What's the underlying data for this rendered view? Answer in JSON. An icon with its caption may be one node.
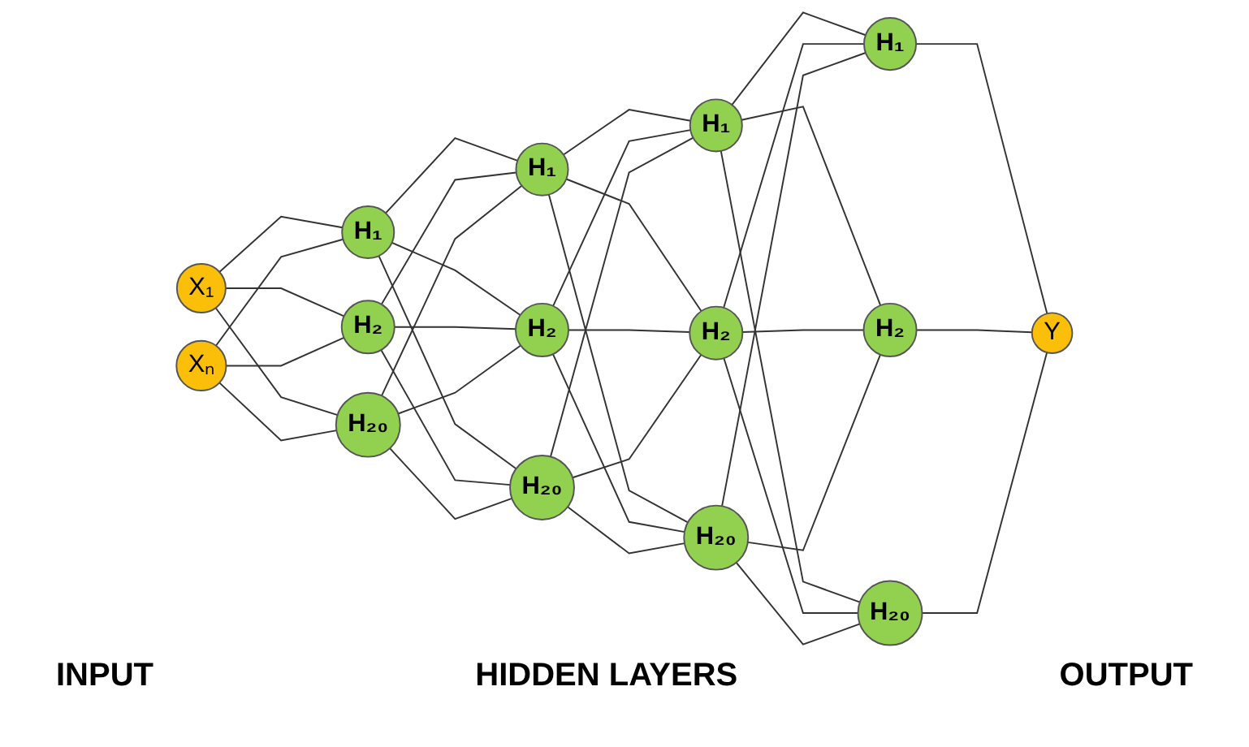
{
  "diagram": {
    "nodes": [
      {
        "text": [
          "X₁"
        ]
      },
      {
        "text": [
          "Xₙ"
        ]
      },
      {
        "text": [
          "H₁"
        ]
      },
      {
        "text": [
          "H₂"
        ]
      },
      {
        "text": [
          "H₂₀"
        ]
      },
      {
        "text": [
          "H₁"
        ]
      },
      {
        "text": [
          "H₂"
        ]
      },
      {
        "text": [
          "H₂₀"
        ]
      },
      {
        "text": [
          "H₁"
        ]
      },
      {
        "text": [
          "H₂"
        ]
      },
      {
        "text": [
          "H₂₀"
        ]
      },
      {
        "text": [
          "H₁"
        ]
      },
      {
        "text": [
          "H₂"
        ]
      },
      {
        "text": [
          "H₂₀"
        ]
      },
      {
        "text": [
          "Y"
        ]
      }
    ],
    "edges": [
      {
        "from": 0,
        "to": 2,
        "arrow": "none"
      },
      {
        "from": 0,
        "to": 3,
        "arrow": "none"
      },
      {
        "from": 0,
        "to": 4,
        "arrow": "none"
      },
      {
        "from": 1,
        "to": 2,
        "arrow": "none"
      },
      {
        "from": 1,
        "to": 3,
        "arrow": "none"
      },
      {
        "from": 1,
        "to": 4,
        "arrow": "none"
      },
      {
        "from": 2,
        "to": 5,
        "arrow": "none"
      },
      {
        "from": 2,
        "to": 6,
        "arrow": "none"
      },
      {
        "from": 2,
        "to": 7,
        "arrow": "none"
      },
      {
        "from": 3,
        "to": 5,
        "arrow": "none"
      },
      {
        "from": 3,
        "to": 6,
        "arrow": "none"
      },
      {
        "from": 3,
        "to": 7,
        "arrow": "none"
      },
      {
        "from": 4,
        "to": 5,
        "arrow": "none"
      },
      {
        "from": 4,
        "to": 6,
        "arrow": "none"
      },
      {
        "from": 4,
        "to": 7,
        "arrow": "none"
      },
      {
        "from": 5,
        "to": 8,
        "arrow": "none"
      },
      {
        "from": 5,
        "to": 9,
        "arrow": "none"
      },
      {
        "from": 5,
        "to": 10,
        "arrow": "none"
      },
      {
        "from": 6,
        "to": 8,
        "arrow": "none"
      },
      {
        "from": 6,
        "to": 9,
        "arrow": "none"
      },
      {
        "from": 6,
        "to": 10,
        "arrow": "none"
      },
      {
        "from": 7,
        "to": 8,
        "arrow": "none"
      },
      {
        "from": 7,
        "to": 9,
        "arrow": "none"
      },
      {
        "from": 7,
        "to": 10,
        "arrow": "none"
      },
      {
        "from": 8,
        "to": 11,
        "arrow": "none"
      },
      {
        "from": 8,
        "to": 12,
        "arrow": "none"
      },
      {
        "from": 8,
        "to": 13,
        "arrow": "none"
      },
      {
        "from": 9,
        "to": 11,
        "arrow": "none"
      },
      {
        "from": 9,
        "to": 12,
        "arrow": "none"
      },
      {
        "from": 9,
        "to": 13,
        "arrow": "none"
      },
      {
        "from": 10,
        "to": 11,
        "arrow": "none"
      },
      {
        "from": 10,
        "to": 12,
        "arrow": "none"
      },
      {
        "from": 10,
        "to": 13,
        "arrow": "none"
      },
      {
        "from": 11,
        "to": 14,
        "arrow": "none"
      },
      {
        "from": 12,
        "to": 14,
        "arrow": "none"
      },
      {
        "from": 13,
        "to": 14,
        "arrow": "none"
      }
    ],
    "labels": [
      "INPUT",
      "HIDDEN LAYERS",
      "OUTPUT"
    ]
  }
}
